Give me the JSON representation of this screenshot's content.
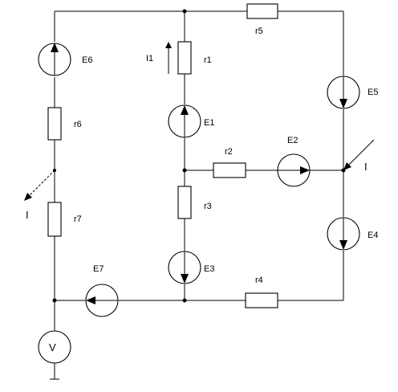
{
  "labels": {
    "E6": "E6",
    "r6": "r6",
    "r7": "r7",
    "r5": "r5",
    "E5": "E5",
    "E4": "E4",
    "I1": "I1",
    "r1": "r1",
    "E1": "E1",
    "r2": "r2",
    "E2": "E2",
    "r3": "r3",
    "E3": "E3",
    "E7": "E7",
    "r4": "r4",
    "I_left": "I",
    "I_right": "I",
    "voltmeter": "V"
  }
}
